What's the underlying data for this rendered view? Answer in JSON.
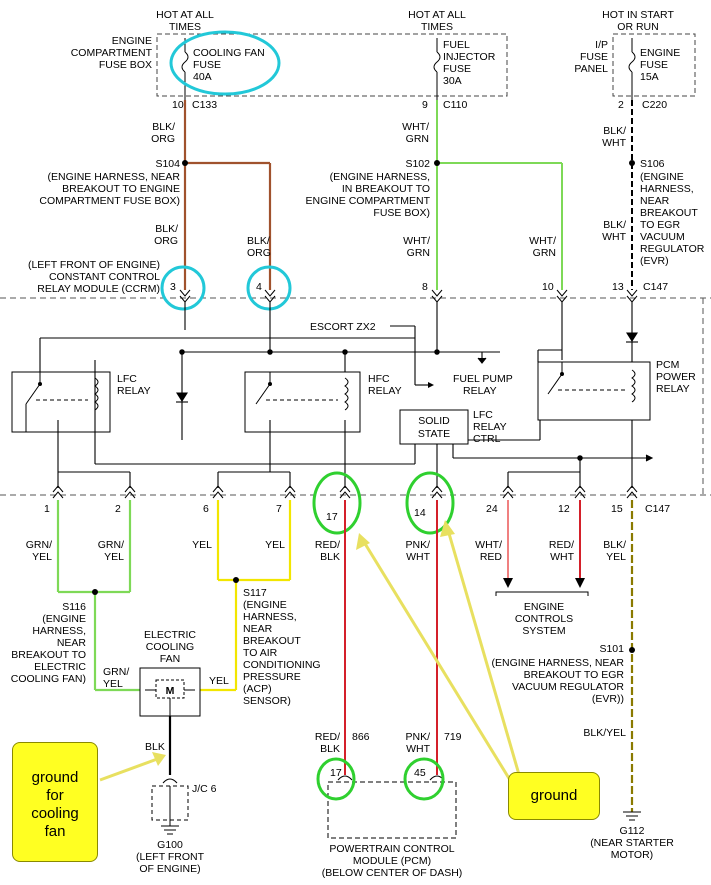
{
  "colors": {
    "blk_org": "#a0522d",
    "wht_grn": "#7ed957",
    "blk_wht": "#000000",
    "grn_yel": "#7ed957",
    "yel": "#f2e600",
    "red_blk": "#d4202a",
    "pnk_wht": "#d4202a",
    "wht_red": "#f08080",
    "blk_yel": "#8a7a00",
    "highlight_cyan": "#22c8d8",
    "highlight_green": "#2fd02f",
    "callout_yellow": "#ffff22",
    "arrow_yellow": "#e8e060"
  },
  "feeds": {
    "left": {
      "hot": "HOT AT ALL",
      "times": "TIMES",
      "box1": "ENGINE",
      "box2": "COMPARTMENT",
      "box3": "FUSE BOX",
      "fuse1": "COOLING FAN",
      "fuse2": "FUSE",
      "fuse3": "40A",
      "pin": "10",
      "conn": "C133"
    },
    "mid": {
      "hot": "HOT AT ALL",
      "times": "TIMES",
      "fuse1": "FUEL",
      "fuse2": "INJECTOR",
      "fuse3": "FUSE",
      "fuse4": "30A",
      "pin": "9",
      "conn": "C110"
    },
    "right": {
      "hot": "HOT IN START",
      "times": "OR RUN",
      "box1": "I/P",
      "box2": "FUSE",
      "box3": "PANEL",
      "fuse1": "ENGINE",
      "fuse2": "FUSE",
      "fuse3": "15A",
      "pin": "2",
      "conn": "C220"
    }
  },
  "wires": {
    "blk_org_a": [
      "BLK/",
      "ORG"
    ],
    "blk_org_b": [
      "BLK/",
      "ORG"
    ],
    "blk_org_c": [
      "BLK/",
      "ORG"
    ],
    "wht_grn_a": [
      "WHT/",
      "GRN"
    ],
    "wht_grn_b": [
      "WHT/",
      "GRN"
    ],
    "wht_grn_c": [
      "WHT/",
      "GRN"
    ],
    "blk_wht_a": [
      "BLK/",
      "WHT"
    ],
    "blk_wht_b": [
      "BLK/",
      "WHT"
    ],
    "grn_yel_a": [
      "GRN/",
      "YEL"
    ],
    "grn_yel_b": [
      "GRN/",
      "YEL"
    ],
    "grn_yel_c": [
      "GRN/",
      "YEL"
    ],
    "yel_a": "YEL",
    "yel_b": "YEL",
    "yel_c": "YEL",
    "red_blk_a": [
      "RED/",
      "BLK"
    ],
    "red_blk_b": [
      "RED/",
      "BLK"
    ],
    "pnk_wht_a": [
      "PNK/",
      "WHT"
    ],
    "pnk_wht_b": [
      "PNK/",
      "WHT"
    ],
    "wht_red": [
      "WHT/",
      "RED"
    ],
    "red_wht": [
      "RED/",
      "WHT"
    ],
    "blk_yel_a": [
      "BLK/",
      "YEL"
    ],
    "blk_yel_b": "BLK/YEL",
    "blk": "BLK",
    "circuit_866": "866",
    "circuit_719": "719"
  },
  "splices": {
    "s104": {
      "id": "S104",
      "desc": [
        "(ENGINE HARNESS, NEAR",
        "BREAKOUT TO ENGINE",
        "COMPARTMENT FUSE BOX)"
      ]
    },
    "s102": {
      "id": "S102",
      "desc": [
        "(ENGINE HARNESS,",
        "IN BREAKOUT TO",
        "ENGINE COMPARTMENT",
        "FUSE BOX)"
      ]
    },
    "s106": {
      "id": "S106",
      "desc": [
        "(ENGINE",
        "HARNESS,",
        "NEAR",
        "BREAKOUT",
        "TO EGR",
        "VACUUM",
        "REGULATOR",
        "(EVR)"
      ]
    },
    "s116": {
      "id": "S116",
      "desc": [
        "(ENGINE",
        "HARNESS,",
        "NEAR",
        "BREAKOUT TO",
        "ELECTRIC",
        "COOLING FAN)"
      ]
    },
    "s117": {
      "id": "S117",
      "desc": [
        "(ENGINE",
        "HARNESS,",
        "NEAR",
        "BREAKOUT",
        "TO AIR",
        "CONDITIONING",
        "PRESSURE",
        "(ACP)",
        "SENSOR)"
      ]
    },
    "s101": {
      "id": "S101",
      "desc": [
        "(ENGINE HARNESS, NEAR",
        "BREAKOUT TO EGR",
        "VACUUM REGULATOR",
        "(EVR))"
      ]
    }
  },
  "ccrm": {
    "desc": [
      "(LEFT FRONT OF ENGINE)",
      "CONSTANT CONTROL",
      "RELAY MODULE (CCRM)"
    ],
    "top_pins": [
      "3",
      "4",
      "8",
      "10",
      "13"
    ],
    "bottom_pins": [
      "1",
      "2",
      "6",
      "7",
      "17",
      "14",
      "24",
      "12",
      "15"
    ],
    "connector": "C147",
    "connector_b": "C147",
    "escort": "ESCORT ZX2",
    "lfc_relay": [
      "LFC",
      "RELAY"
    ],
    "hfc_relay": [
      "HFC",
      "RELAY"
    ],
    "fuel_pump_relay": [
      "FUEL PUMP",
      "RELAY"
    ],
    "solid_state": [
      "SOLID",
      "STATE"
    ],
    "lfc_relay_ctrl": [
      "LFC",
      "RELAY",
      "CTRL"
    ],
    "pcm_power_relay": [
      "PCM",
      "POWER",
      "RELAY"
    ]
  },
  "fan": {
    "label": [
      "ELECTRIC",
      "COOLING",
      "FAN"
    ],
    "motor": "M"
  },
  "engine_controls": [
    "ENGINE",
    "CONTROLS",
    "SYSTEM"
  ],
  "ground_jc": {
    "label": "J/C 6",
    "id": "G100",
    "desc": [
      "(LEFT FRONT",
      "OF ENGINE)"
    ]
  },
  "ground_g112": {
    "id": "G112",
    "desc": [
      "(NEAR STARTER",
      "MOTOR)"
    ]
  },
  "pcm": {
    "pins": [
      "17",
      "45"
    ],
    "label": [
      "POWERTRAIN CONTROL",
      "MODULE (PCM)",
      "(BELOW CENTER OF DASH)"
    ]
  },
  "callouts": {
    "ground_fan": [
      "ground",
      "for",
      "cooling",
      "fan"
    ],
    "ground": "ground"
  }
}
